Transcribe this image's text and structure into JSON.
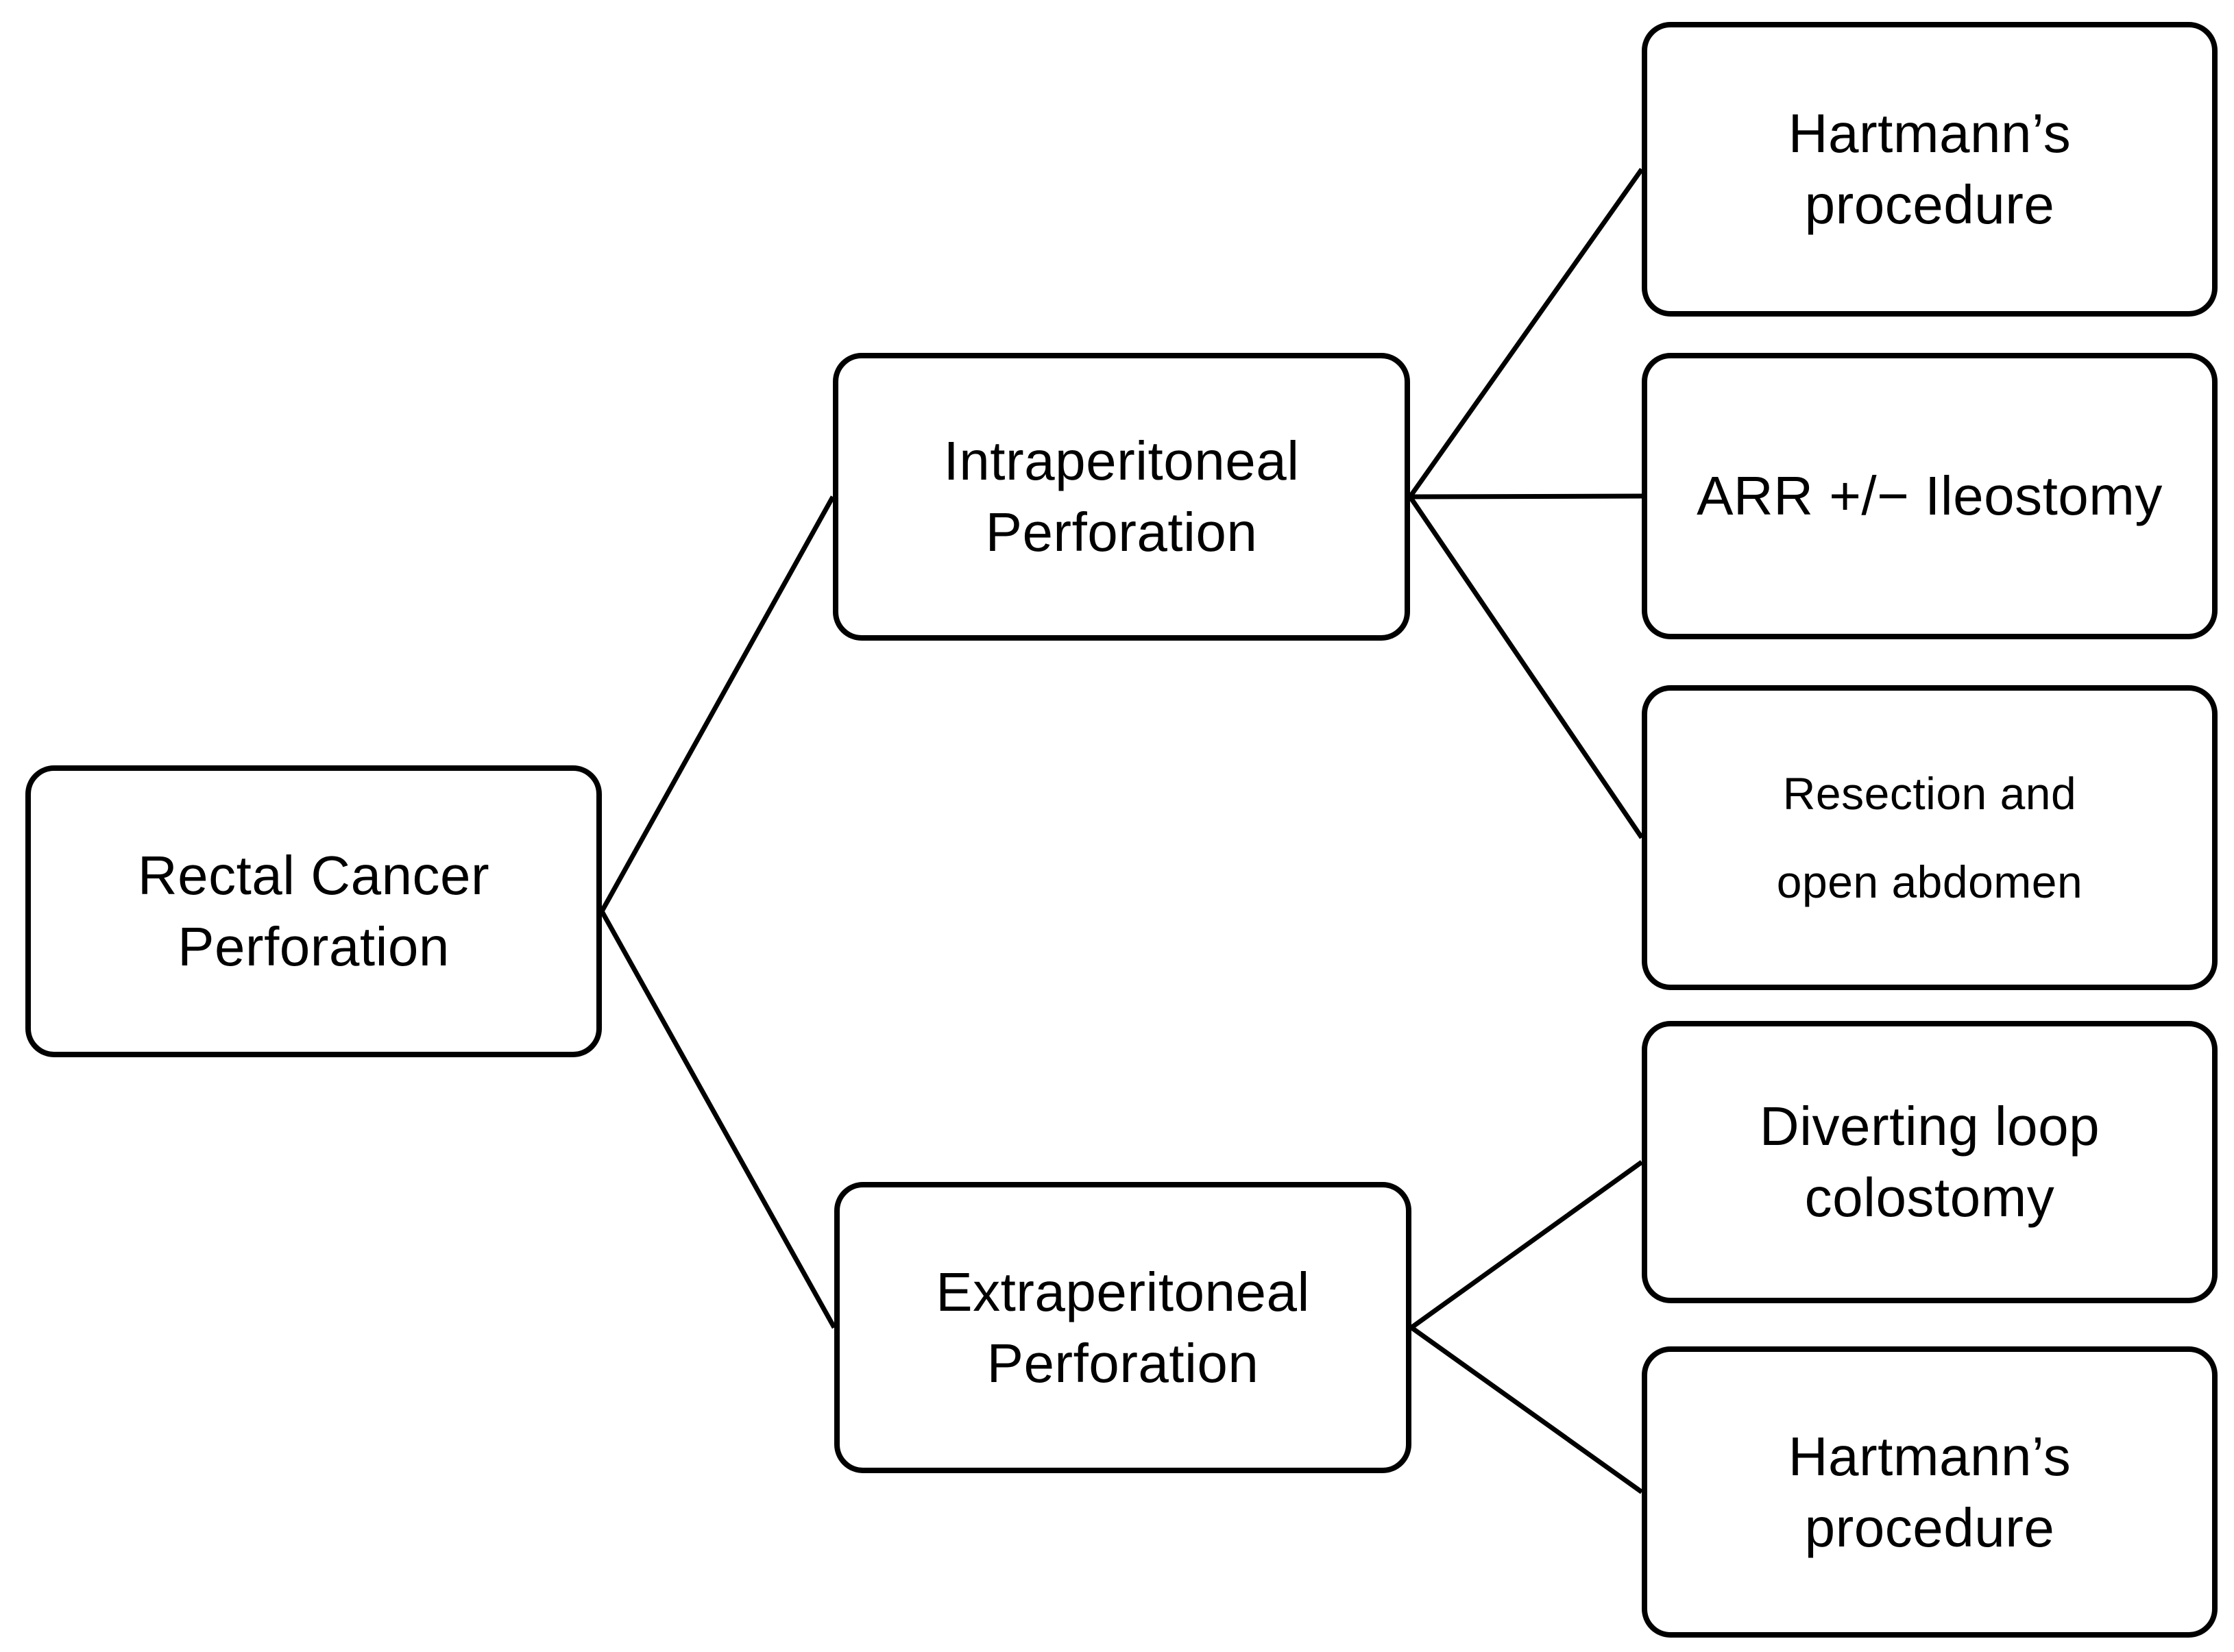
{
  "diagram": {
    "nodes": [
      {
        "id": "rectal-cancer-perforation",
        "label": "Rectal Cancer\nPerforation"
      },
      {
        "id": "intraperitoneal-perforation",
        "label": "Intraperitoneal\nPerforation"
      },
      {
        "id": "extraperitoneal-perforation",
        "label": "Extraperitoneal\nPerforation"
      },
      {
        "id": "hartmanns-procedure-top",
        "label": "Hartmann’s procedure"
      },
      {
        "id": "arr-ileostomy",
        "label": "ARR +/− Ileostomy"
      },
      {
        "id": "resection-open-abdomen",
        "label": "Resection and\nopen abdomen"
      },
      {
        "id": "diverting-loop-colostomy",
        "label": "Diverting loop\ncolostomy"
      },
      {
        "id": "hartmanns-procedure-bottom",
        "label": "Hartmann’s procedure"
      }
    ],
    "edges": [
      {
        "from": "rectal-cancer-perforation",
        "to": "intraperitoneal-perforation"
      },
      {
        "from": "rectal-cancer-perforation",
        "to": "extraperitoneal-perforation"
      },
      {
        "from": "intraperitoneal-perforation",
        "to": "hartmanns-procedure-top"
      },
      {
        "from": "intraperitoneal-perforation",
        "to": "arr-ileostomy"
      },
      {
        "from": "intraperitoneal-perforation",
        "to": "resection-open-abdomen"
      },
      {
        "from": "extraperitoneal-perforation",
        "to": "diverting-loop-colostomy"
      },
      {
        "from": "extraperitoneal-perforation",
        "to": "hartmanns-procedure-bottom"
      }
    ]
  },
  "colors": {
    "stroke": "#000000",
    "box_fill": "#ffffff",
    "text": "#000000",
    "background": "#ffffff"
  }
}
